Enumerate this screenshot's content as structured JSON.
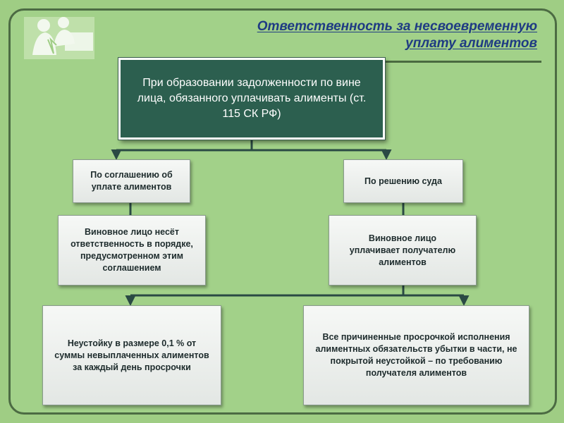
{
  "header": {
    "title_line1": "Ответственность за несвоевременную",
    "title_line2": "уплату алиментов"
  },
  "diagram": {
    "root": "При образовании задолженности по вине лица, обязанного уплачивать алименты (ст. 115 СК РФ)",
    "left_branch": {
      "title": "По соглашению об уплате алиментов",
      "consequence": "Виновное лицо несёт ответственность в порядке, предусмотренном этим соглашением"
    },
    "right_branch": {
      "title": "По решению суда",
      "consequence": "Виновное лицо уплачивает получателю алиментов"
    },
    "outcomes": {
      "penalty": "Неустойку в размере 0,1 % от суммы невыплаченных алиментов за каждый день просрочки",
      "losses": "Все причиненные просрочкой исполнения алиментных обязательств убытки в части, не покрытой неустойкой – по требованию получателя алиментов"
    }
  },
  "colors": {
    "background": "#9fcd84",
    "title": "#1f3b83",
    "root_box": "#2c5f4f",
    "connector": "#2a4a44"
  }
}
